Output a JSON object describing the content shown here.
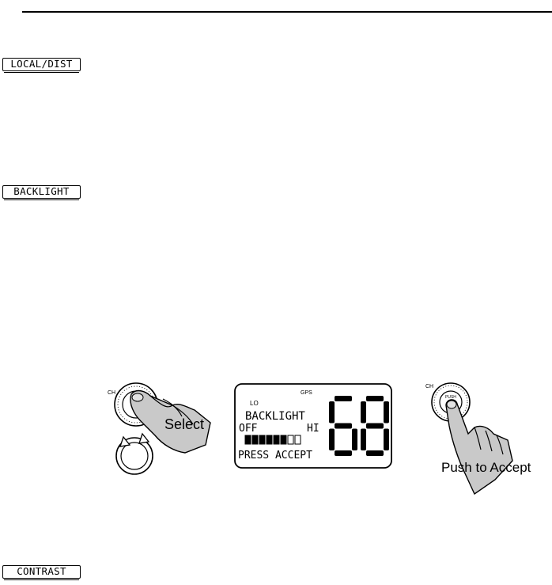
{
  "keys": {
    "local_dist": "LOCAL/DIST",
    "backlight": "BACKLIGHT",
    "contrast": "CONTRAST"
  },
  "figure": {
    "select_knob": {
      "knob_label": "CH",
      "caption": "Select"
    },
    "lcd": {
      "gps": "GPS",
      "lo": "LO",
      "title": "BACKLIGHT",
      "off": "OFF",
      "hi": "HI",
      "level_fraction": 0.8,
      "prompt": "PRESS ACCEPT",
      "channel": "68"
    },
    "push_knob": {
      "knob_label": "CH",
      "center_label": "PUSH",
      "caption": "Push to Accept"
    }
  }
}
